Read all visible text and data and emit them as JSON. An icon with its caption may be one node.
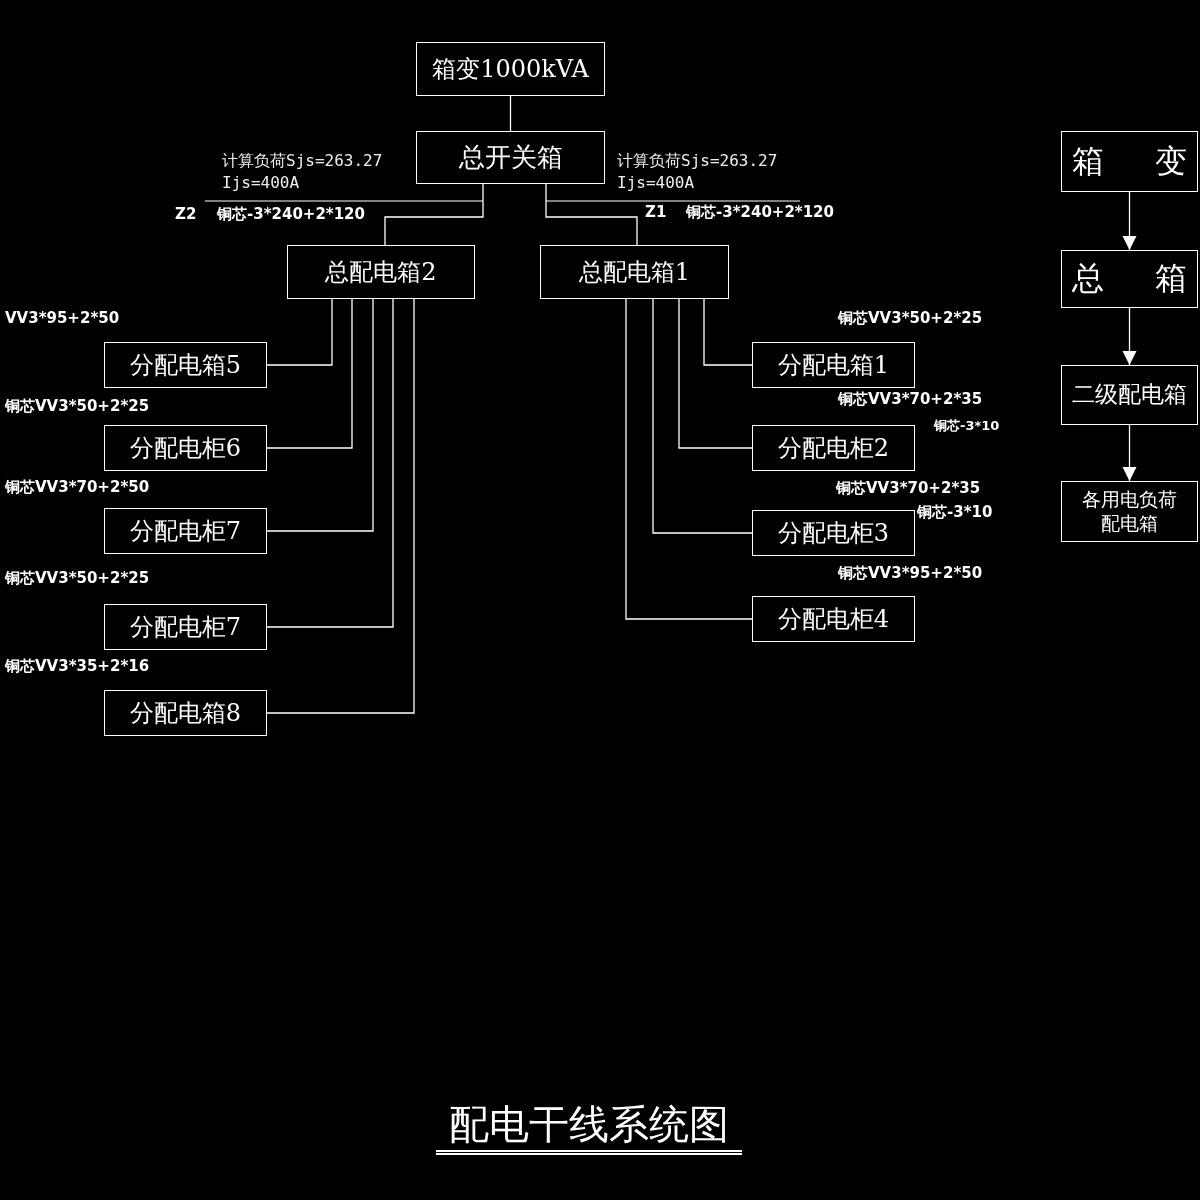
{
  "diagram": {
    "title": "配电干线系统图",
    "nodes": [
      {
        "text": [
          "箱变1000kVA"
        ]
      },
      {
        "text": [
          "总开关箱"
        ]
      },
      {
        "text": [
          "总配电箱2"
        ]
      },
      {
        "text": [
          "总配电箱1"
        ]
      },
      {
        "text": [
          "分配电箱5"
        ]
      },
      {
        "text": [
          "分配电柜6"
        ]
      },
      {
        "text": [
          "分配电柜7"
        ]
      },
      {
        "text": [
          "分配电柜7"
        ]
      },
      {
        "text": [
          "分配电箱8"
        ]
      },
      {
        "text": [
          "分配电箱1"
        ]
      },
      {
        "text": [
          "分配电柜2"
        ]
      },
      {
        "text": [
          "分配电柜3"
        ]
      },
      {
        "text": [
          "分配电柜4"
        ]
      },
      {
        "text": [
          "箱 变"
        ]
      },
      {
        "text": [
          "总 箱"
        ]
      },
      {
        "text": [
          "二级配电箱"
        ]
      },
      {
        "text": [
          "各用电负荷配电箱"
        ]
      }
    ],
    "edges": [
      {
        "from": 0,
        "to": 1,
        "arrow": "none"
      },
      {
        "from": 1,
        "to": 2,
        "arrow": "none"
      },
      {
        "from": 1,
        "to": 3,
        "arrow": "none"
      },
      {
        "from": 2,
        "to": 4,
        "arrow": "none"
      },
      {
        "from": 2,
        "to": 5,
        "arrow": "none"
      },
      {
        "from": 2,
        "to": 6,
        "arrow": "none"
      },
      {
        "from": 2,
        "to": 7,
        "arrow": "none"
      },
      {
        "from": 2,
        "to": 8,
        "arrow": "none"
      },
      {
        "from": 3,
        "to": 9,
        "arrow": "none"
      },
      {
        "from": 3,
        "to": 10,
        "arrow": "none"
      },
      {
        "from": 3,
        "to": 11,
        "arrow": "none"
      },
      {
        "from": 3,
        "to": 12,
        "arrow": "none"
      },
      {
        "from": 13,
        "to": 14,
        "arrow": "to"
      },
      {
        "from": 14,
        "to": 15,
        "arrow": "to"
      },
      {
        "from": 15,
        "to": 16,
        "arrow": "to"
      }
    ],
    "labels": [
      "计算负荷Sjs=263.27",
      "Ijs=400A",
      "计算负荷Sjs=263.27",
      "Ijs=400A",
      "Z2",
      "铜芯-3*240+2*120",
      "Z1",
      "铜芯-3*240+2*120",
      "铜芯VV3*50+2*25",
      "VV3*95+2*50",
      "铜芯VV3*50+2*25",
      "铜芯VV3*70+2*35",
      "铜芯-3*10",
      "铜芯VV3*70+2*50",
      "铜芯VV3*70+2*35",
      "铜芯-3*10",
      "铜芯VV3*95+2*50",
      "铜芯VV3*50+2*25",
      "铜芯VV3*35+2*16"
    ]
  }
}
